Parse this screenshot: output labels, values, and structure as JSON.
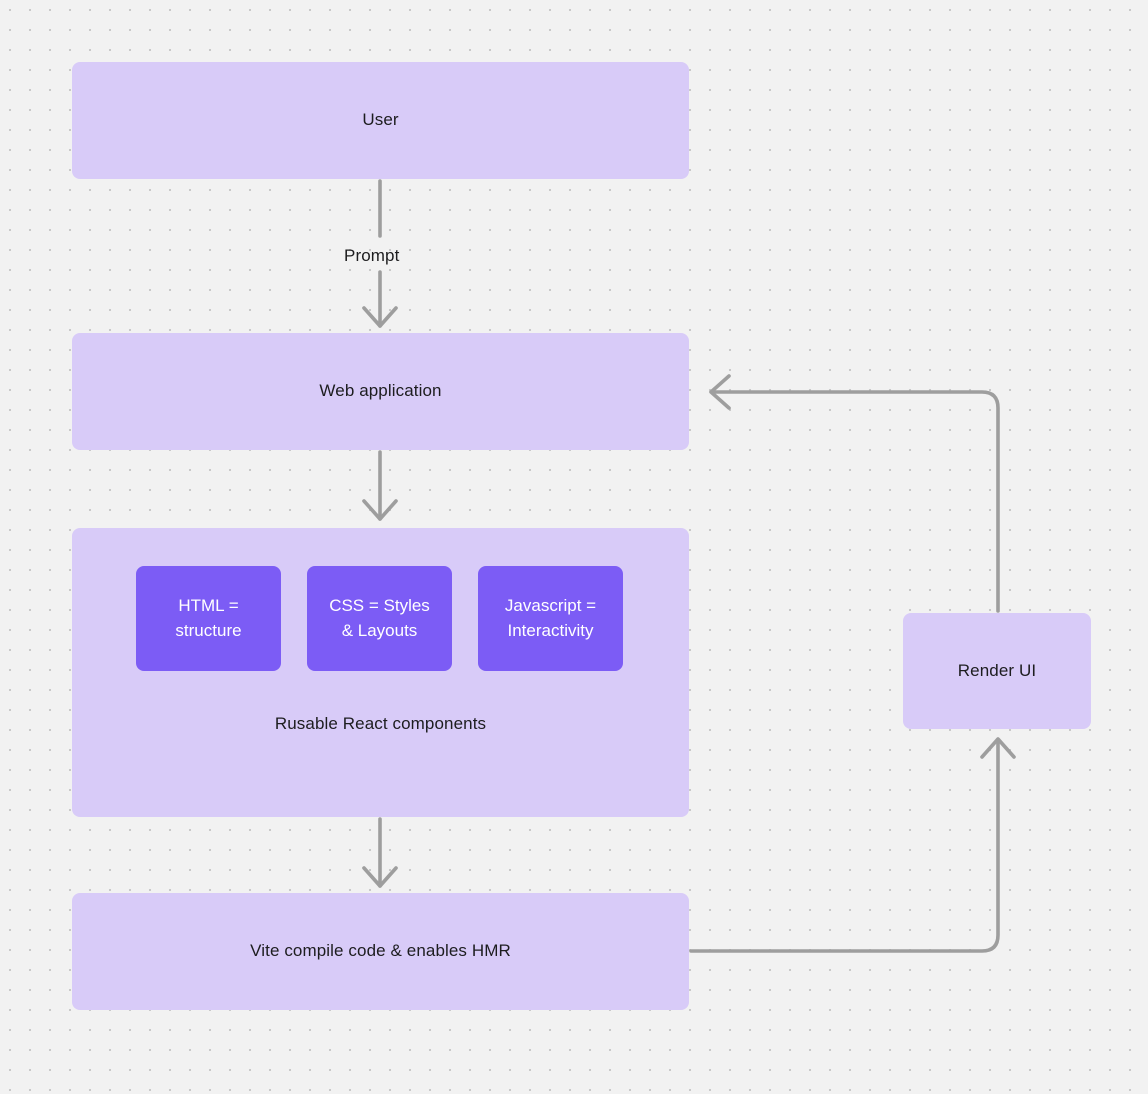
{
  "diagram": {
    "title": "Web application build and render flow",
    "background_color": "#f2f2f2",
    "grid": "dot-grid-20px",
    "node_fill": "#d8cbf8",
    "chip_fill": "#7c5cf5",
    "edge_color": "#9e9e9e",
    "text_color": "#1d1d1f"
  },
  "nodes": {
    "user": {
      "label": "User"
    },
    "webapp": {
      "label": "Web application"
    },
    "components": {
      "caption": "Rusable React components",
      "chips": [
        {
          "label": "HTML =\nstructure",
          "line1": "HTML =",
          "line2": "structure"
        },
        {
          "label": "CSS = Styles\n& Layouts",
          "line1": "CSS = Styles",
          "line2": "& Layouts"
        },
        {
          "label": "Javascript =\nInteractivity",
          "line1": "Javascript =",
          "line2": "Interactivity"
        }
      ]
    },
    "vite": {
      "label": "Vite compile code & enables HMR"
    },
    "render": {
      "label": "Render UI"
    }
  },
  "edges": [
    {
      "from": "user",
      "to": "webapp",
      "label": "Prompt",
      "direction": "down"
    },
    {
      "from": "webapp",
      "to": "components",
      "label": "",
      "direction": "down"
    },
    {
      "from": "components",
      "to": "vite",
      "label": "",
      "direction": "down"
    },
    {
      "from": "vite",
      "to": "render",
      "label": "",
      "direction": "right-then-up"
    },
    {
      "from": "render",
      "to": "webapp",
      "label": "",
      "direction": "up-then-left"
    }
  ]
}
